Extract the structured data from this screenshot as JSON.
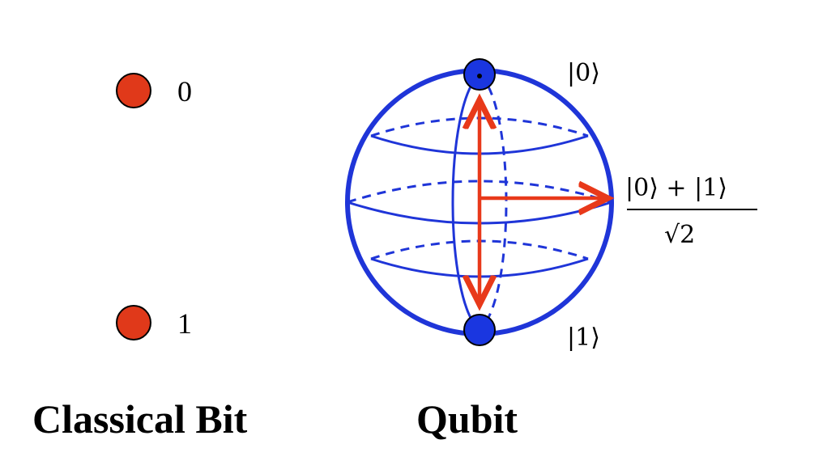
{
  "classical_bit": {
    "caption": "Classical Bit",
    "state_zero_label": "0",
    "state_one_label": "1"
  },
  "qubit": {
    "caption": "Qubit",
    "ket_zero": "|0⟩",
    "ket_one": "|1⟩",
    "superposition_numerator": "|0⟩ + |1⟩",
    "superposition_denominator": "√2"
  },
  "colors": {
    "sphere": "#1f35d8",
    "arrow": "#e8391a",
    "bit_dot": "#e0391a",
    "pole_dot": "#1a36e0"
  }
}
